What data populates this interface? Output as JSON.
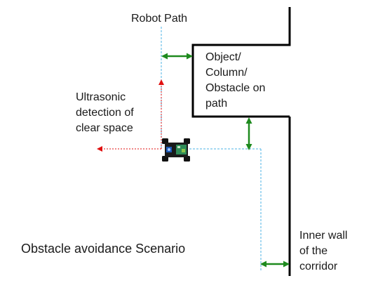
{
  "labels": {
    "robot_path": "Robot Path",
    "ultrasonic": [
      "Ultrasonic",
      "detection of",
      "clear space"
    ],
    "object": [
      "Object/",
      "Column/",
      "Obstacle on",
      "path"
    ],
    "inner_wall": [
      "Inner wall",
      "of the",
      "corridor"
    ],
    "scenario_title": "Obstacle avoidance Scenario"
  },
  "colors": {
    "wall": "#000000",
    "robot_path": "#4db3e6",
    "ultrasonic_ray": "#e01010",
    "clearance_arrow": "#1e8a1e",
    "robot_body": "#1a1a1a",
    "robot_board": "#2e8b57"
  },
  "icons": {
    "robot": "robot-car-icon"
  }
}
